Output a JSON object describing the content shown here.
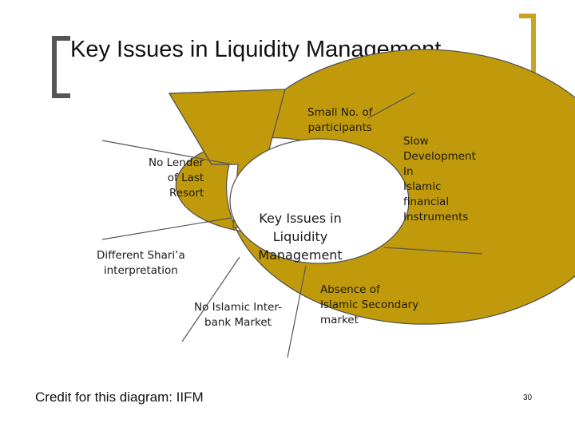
{
  "slide": {
    "title": "Key Issues in Liquidity Management",
    "credit": "Credit for this diagram: IIFM",
    "page_number": "30"
  },
  "diagram": {
    "center": "Key Issues in\nLiquidity\nManagement",
    "segments": [
      {
        "label": "Small No. of\nparticipants"
      },
      {
        "label": "Slow\nDevelopment\nIn\nIslamic\nfinancial\nInstruments"
      },
      {
        "label": "Absence of\nIslamic Secondary\nmarket"
      },
      {
        "label": "No Islamic Inter-\nbank Market"
      },
      {
        "label": "Different Shari’a\ninterpretation"
      },
      {
        "label": "No Lender\nof Last\nResort"
      }
    ]
  },
  "colors": {
    "fill": "#C19A0B",
    "outline": "#555555",
    "accent_bracket_left": "#555555",
    "accent_bracket_right": "#C9A422"
  }
}
